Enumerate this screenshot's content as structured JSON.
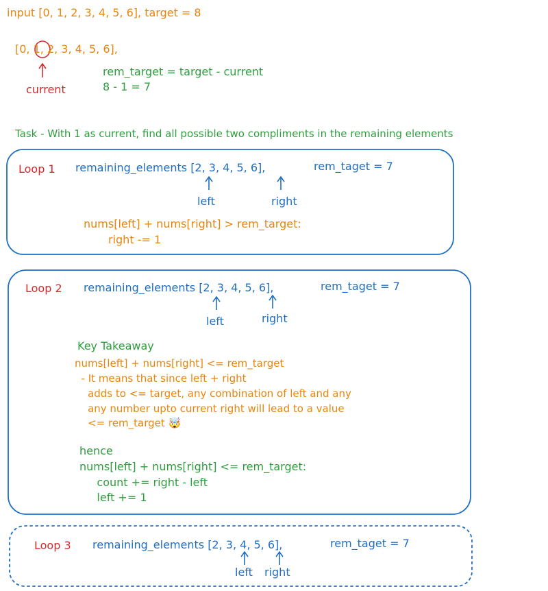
{
  "header": {
    "input_line": "input [0, 1, 2, 3, 4, 5, 6], target = 8",
    "array_open": "[0, ",
    "array_circled": "1,",
    "array_rest": " 2, 3, 4, 5, 6],",
    "current_label": "current",
    "formula": "rem_target = target - current",
    "calc": "8 - 1 = 7",
    "task": "Task - With 1 as current, find all possible two compliments in the remaining elements"
  },
  "loop1": {
    "label": "Loop 1",
    "elements": "remaining_elements [2, 3, 4, 5, 6],",
    "rem": "rem_taget = 7",
    "left": "left",
    "right": "right",
    "cond": "nums[left] + nums[right] > rem_target:",
    "action": "right -= 1"
  },
  "loop2": {
    "label": "Loop 2",
    "elements": "remaining_elements [2, 3, 4, 5, 6],",
    "rem": "rem_taget = 7",
    "left": "left",
    "right": "right",
    "takeaway_title": "Key Takeaway",
    "takeaway_lines": [
      "nums[left] + nums[right] <= rem_target",
      "  - It means that since left + right",
      "    adds to <= target, any combination of left and any",
      "    any number upto current right will lead to a value",
      "    <= rem_target 🤯"
    ],
    "hence": "hence",
    "code_lines": [
      "nums[left] + nums[right] <= rem_target:",
      "     count += right - left",
      "     left += 1"
    ]
  },
  "loop3": {
    "label": "Loop 3",
    "elements": "remaining_elements [2, 3, 4, 5, 6],",
    "rem": "rem_taget = 7",
    "left": "left",
    "right": "right"
  },
  "colors": {
    "orange": "#e8850c",
    "green": "#2e9e3c",
    "red": "#d62a2a",
    "blue": "#1f6ec2"
  }
}
